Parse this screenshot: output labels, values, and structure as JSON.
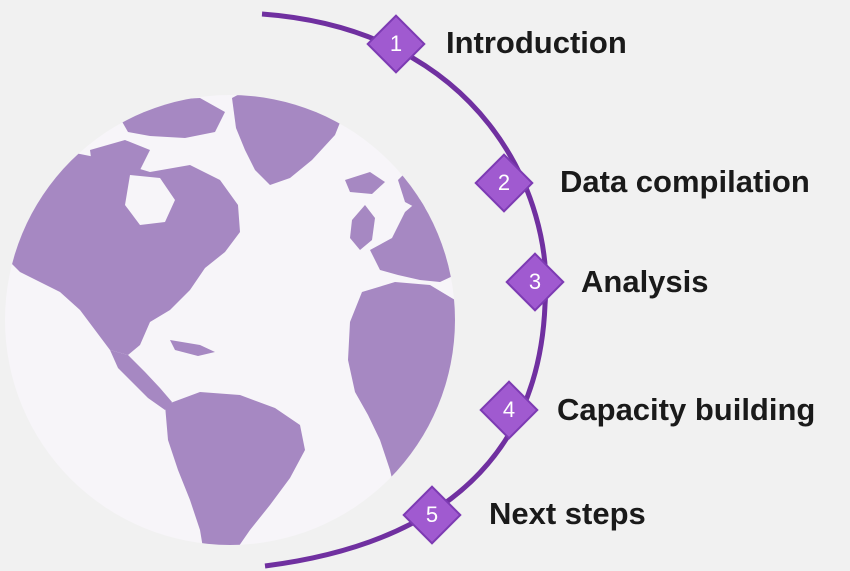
{
  "colors": {
    "background": "#f1f1f1",
    "globe_ocean": "#f7f5f9",
    "globe_land": "#a688c2",
    "arc": "#7030a0",
    "diamond_fill": "#a05ad0",
    "diamond_stroke": "#7d3bb3",
    "label_text": "#1a1a1a",
    "number_text": "#ffffff"
  },
  "steps": [
    {
      "number": "1",
      "label": "Introduction"
    },
    {
      "number": "2",
      "label": "Data compilation"
    },
    {
      "number": "3",
      "label": "Analysis"
    },
    {
      "number": "4",
      "label": "Capacity building"
    },
    {
      "number": "5",
      "label": "Next steps"
    }
  ]
}
